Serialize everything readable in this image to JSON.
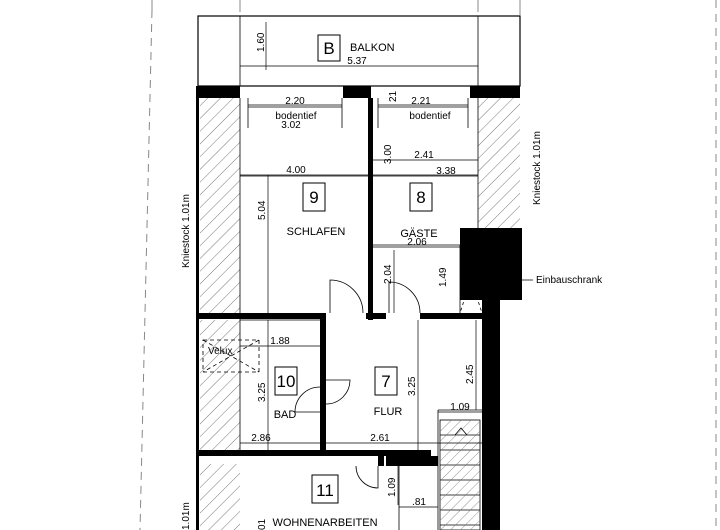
{
  "rooms": [
    {
      "number": "B",
      "name": "BALKON"
    },
    {
      "number": "9",
      "name": "SCHLAFEN"
    },
    {
      "number": "8",
      "name": "GÄSTE"
    },
    {
      "number": "10",
      "name": "BAD"
    },
    {
      "number": "7",
      "name": "FLUR"
    },
    {
      "number": "11",
      "name": "WOHNENARBEITEN"
    }
  ],
  "labels": {
    "kniestock_left": "Kniestock 1.01m",
    "kniestock_right": "Kniestock 1.01m",
    "kniestock_bottom": "1.01m",
    "bodentief": "bodentief",
    "velux": "Velux",
    "einbauschrank": "Einbauschrank"
  },
  "dimensions": {
    "balkon_depth": "1.60",
    "balkon_width": "5.37",
    "window_left": "2.20",
    "window_left_sub": "3.02",
    "window_right": "2.21",
    "small_21": "21",
    "schlafen_width": "4.00",
    "schlafen_depth": "5.04",
    "gaeste_depth": "3.00",
    "gaeste_width_a": "2.41",
    "gaeste_width_b": "3.38",
    "gaeste_width_c": "2.06",
    "gaeste_lower": "2.04",
    "schrank_depth": "1.49",
    "bad_width": "1.88",
    "bad_depth": "3.25",
    "flur_depth": "3.25",
    "flur_right": "2.45",
    "stair_width": "1.09",
    "bad_bottom": "2.86",
    "flur_bottom": "2.61",
    "wohnen_door": "1.09",
    "wohnen_small": ".81",
    "wohnen_side": "01"
  }
}
